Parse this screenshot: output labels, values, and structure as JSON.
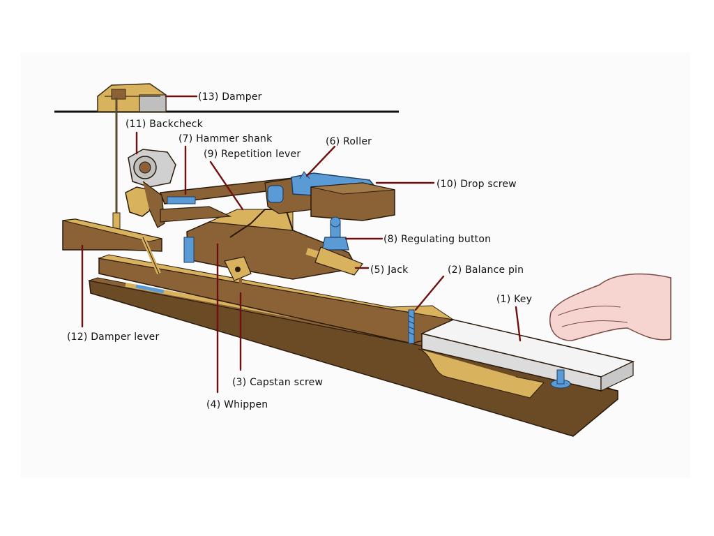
{
  "labels": {
    "damper": "(13) Damper",
    "backcheck": "(11) Backcheck",
    "hammer_shank": "(7) Hammer shank",
    "repetition_lever": "(9) Repetition lever",
    "roller": "(6) Roller",
    "drop_screw": "(10) Drop screw",
    "regulating_button": "(8) Regulating button",
    "jack": "(5) Jack",
    "balance_pin": "(2) Balance pin",
    "key": "(1) Key",
    "damper_lever": "(12) Damper lever",
    "capstan_screw": "(3) Capstan screw",
    "whippen": "(4) Whippen"
  },
  "colors": {
    "wood": "#8a6236",
    "wood_dark": "#6b4a26",
    "felt": "#d9b25e",
    "metal": "#5b9bd5",
    "key_white": "#f4f4f4",
    "leader": "#6e1010",
    "hand": "#f6d4d0"
  }
}
